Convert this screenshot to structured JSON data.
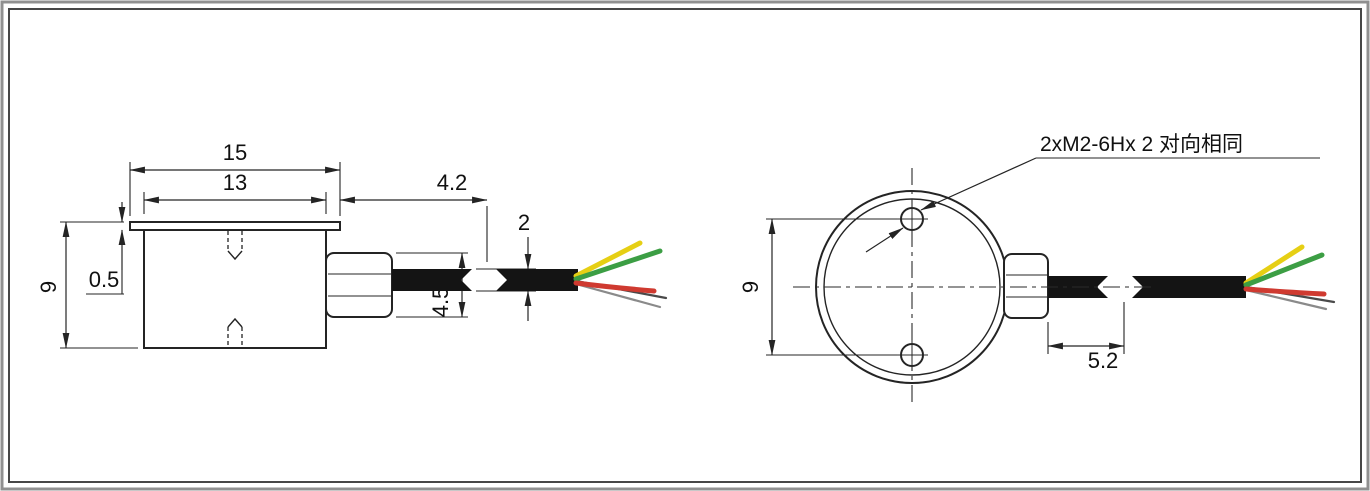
{
  "drawing": {
    "side_view": {
      "dim_width_flange": "15",
      "dim_width_body": "13",
      "dim_height": "9",
      "dim_plate_thickness": "0.5",
      "dim_gland_length": "4.2",
      "dim_cable_diameter": "2",
      "dim_gland_height": "4.5"
    },
    "front_view": {
      "dim_hole_spacing": "9",
      "dim_cable_offset": "5.2",
      "thread_note": "2xM2-6Hx 2 对向相同"
    },
    "colors": {
      "line": "#242424",
      "cable": "#141414",
      "wire_yellow": "#e6cf14",
      "wire_green": "#3c9e44",
      "wire_red": "#cf3a30",
      "wire_dark": "#4a4a4a",
      "wire_gray": "#8a8a8a",
      "frame_outer": "#909090",
      "frame_inner": "#474747"
    }
  }
}
